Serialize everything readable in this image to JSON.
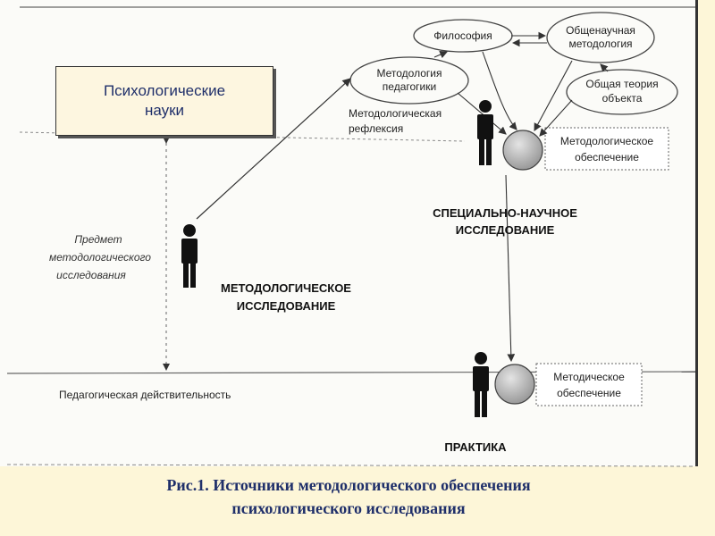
{
  "box": {
    "line1": "Психологические",
    "line2": "науки"
  },
  "nodes": {
    "philosophy": "Философия",
    "general_sci_1": "Общенаучная",
    "general_sci_2": "методология",
    "method_ped_1": "Методология",
    "method_ped_2": "педагогики",
    "general_theory_1": "Общая теория",
    "general_theory_2": "объекта"
  },
  "labels": {
    "reflection_1": "Методологическая",
    "reflection_2": "рефлексия",
    "subject_1": "Предмет",
    "subject_2": "методологического",
    "subject_3": "исследования",
    "meth_research_1": "МЕТОДОЛОГИЧЕСКОЕ",
    "meth_research_2": "ИССЛЕДОВАНИЕ",
    "special_1": "СПЕЦИАЛЬНО-НАУЧНОЕ",
    "special_2": "ИССЛЕДОВАНИЕ",
    "meth_support_1": "Методологическое",
    "meth_support_2": "обеспечение",
    "methodic_support_1": "Методическое",
    "methodic_support_2": "обеспечение",
    "ped_reality": "Педагогическая действительность",
    "practice": "ПРАКТИКА"
  },
  "caption": {
    "line1": "Рис.1. Источники методологического обеспечения",
    "line2": "психологического исследования"
  },
  "colors": {
    "caption": "#1f2f6a",
    "slide_bg": "#fdf6d8"
  }
}
